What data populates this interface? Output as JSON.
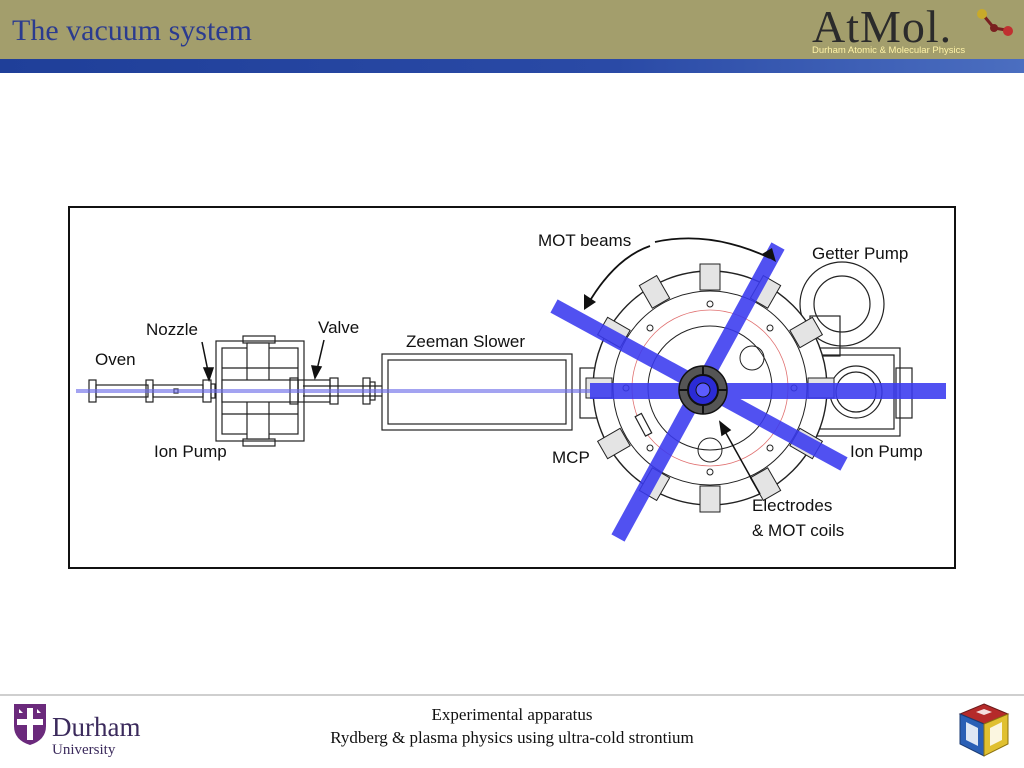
{
  "slide": {
    "title": "The vacuum system"
  },
  "logo": {
    "word": "AtMol.",
    "subtitle": "Durham Atomic & Molecular Physics"
  },
  "diagram": {
    "labels": {
      "oven": "Oven",
      "nozzle": "Nozzle",
      "valve": "Valve",
      "zeeman_slower": "Zeeman Slower",
      "ion_pump_left": "Ion Pump",
      "mot_beams": "MOT beams",
      "getter_pump": "Getter Pump",
      "ion_pump_right": "Ion Pump",
      "mcp": "MCP",
      "electrodes_line1": "Electrodes",
      "electrodes_line2": "& MOT coils"
    },
    "colors": {
      "laser_beam": "#3a3af0",
      "outline": "#222222",
      "frame": "#111111"
    }
  },
  "footer": {
    "line1": "Experimental apparatus",
    "line2": "Rydberg & plasma physics using ultra-cold strontium",
    "university_name": "Durham",
    "university_sub": "University"
  }
}
